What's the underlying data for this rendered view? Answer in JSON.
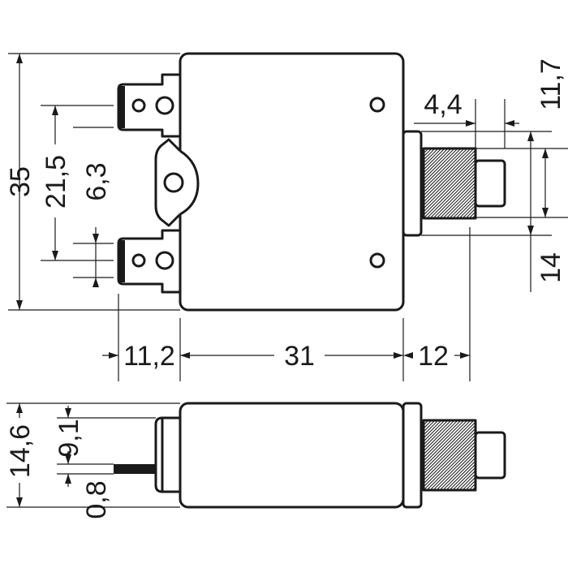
{
  "drawing": {
    "dimensions": {
      "height_total": "35",
      "terminal_spacing": "21,5",
      "terminal_width": "6,3",
      "terminal_length": "11,2",
      "body_length": "31",
      "button_length": "12",
      "nut_length": "4,4",
      "button_diameter": "11,7",
      "thread_diameter": "14",
      "side_thickness": "14,6",
      "side_offset": "9,1",
      "terminal_thickness": "0,8"
    }
  }
}
